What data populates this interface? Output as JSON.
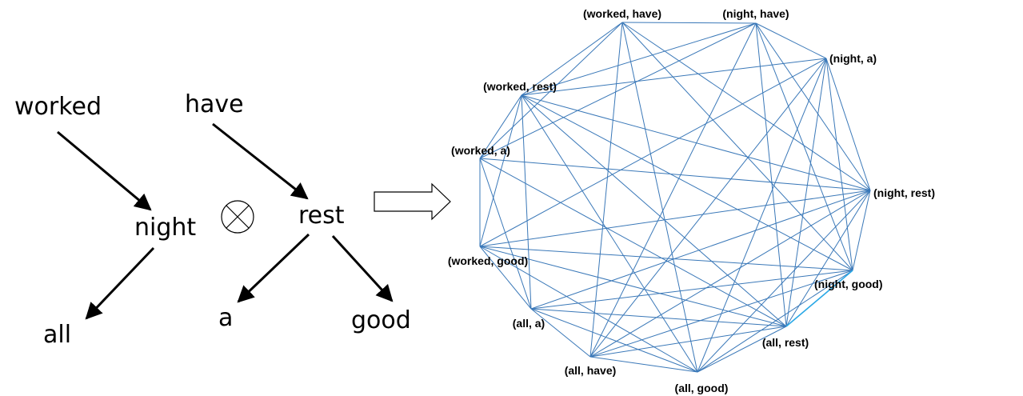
{
  "tree1": {
    "nodes": [
      {
        "id": "worked",
        "label": "worked"
      },
      {
        "id": "night",
        "label": "night"
      },
      {
        "id": "all",
        "label": "all"
      }
    ],
    "edges": [
      [
        "worked",
        "night"
      ],
      [
        "night",
        "all"
      ]
    ]
  },
  "tree2": {
    "nodes": [
      {
        "id": "have",
        "label": "have"
      },
      {
        "id": "rest",
        "label": "rest"
      },
      {
        "id": "a",
        "label": "a"
      },
      {
        "id": "good",
        "label": "good"
      }
    ],
    "edges": [
      [
        "have",
        "rest"
      ],
      [
        "rest",
        "a"
      ],
      [
        "rest",
        "good"
      ]
    ]
  },
  "product_graph": {
    "nodes": [
      {
        "id": "wh",
        "label": "(worked, have)"
      },
      {
        "id": "nh",
        "label": "(night, have)"
      },
      {
        "id": "na",
        "label": "(night, a)"
      },
      {
        "id": "nr",
        "label": "(night, rest)"
      },
      {
        "id": "ng",
        "label": "(night, good)"
      },
      {
        "id": "ar",
        "label": "(all, rest)"
      },
      {
        "id": "ag",
        "label": "(all, good)"
      },
      {
        "id": "ah",
        "label": "(all, have)"
      },
      {
        "id": "aa",
        "label": "(all, a)"
      },
      {
        "id": "wg",
        "label": "(worked, good)"
      },
      {
        "id": "wa",
        "label": "(worked, a)"
      },
      {
        "id": "wr",
        "label": "(worked, rest)"
      }
    ],
    "edges": [
      [
        "wh",
        "nh"
      ],
      [
        "wh",
        "wr"
      ],
      [
        "wh",
        "wa"
      ],
      [
        "wh",
        "ag"
      ],
      [
        "wh",
        "ah"
      ],
      [
        "wh",
        "nr"
      ],
      [
        "wh",
        "ng"
      ],
      [
        "nh",
        "wr"
      ],
      [
        "nh",
        "ah"
      ],
      [
        "nh",
        "ng"
      ],
      [
        "nh",
        "nr"
      ],
      [
        "nh",
        "ar"
      ],
      [
        "nh",
        "na"
      ],
      [
        "nh",
        "wa"
      ],
      [
        "na",
        "wr"
      ],
      [
        "na",
        "ah"
      ],
      [
        "na",
        "ag"
      ],
      [
        "na",
        "wg"
      ],
      [
        "na",
        "ng"
      ],
      [
        "na",
        "ar"
      ],
      [
        "na",
        "nr"
      ],
      [
        "wr",
        "nr"
      ],
      [
        "wr",
        "ag"
      ],
      [
        "wr",
        "ar"
      ],
      [
        "wr",
        "wa"
      ],
      [
        "wr",
        "wg"
      ],
      [
        "wr",
        "aa"
      ],
      [
        "wr",
        "ng"
      ],
      [
        "wa",
        "nr"
      ],
      [
        "wa",
        "wg"
      ],
      [
        "wa",
        "aa"
      ],
      [
        "wa",
        "ar"
      ],
      [
        "nr",
        "wg"
      ],
      [
        "nr",
        "aa"
      ],
      [
        "nr",
        "ah"
      ],
      [
        "nr",
        "ar"
      ],
      [
        "nr",
        "ng"
      ],
      [
        "nr",
        "ag"
      ],
      [
        "wg",
        "ng"
      ],
      [
        "wg",
        "ar"
      ],
      [
        "wg",
        "ag"
      ],
      [
        "wg",
        "aa"
      ],
      [
        "ng",
        "aa"
      ],
      [
        "ng",
        "ah"
      ],
      [
        "ng",
        "ag"
      ],
      [
        "ng",
        "ar"
      ],
      [
        "aa",
        "ar"
      ],
      [
        "aa",
        "ag"
      ],
      [
        "aa",
        "ah"
      ],
      [
        "ah",
        "ar"
      ],
      [
        "ah",
        "ag"
      ],
      [
        "ag",
        "ar"
      ]
    ],
    "edge_color": "#3a78b8",
    "highlight_edge": {
      "from": "ng",
      "to": "ar",
      "color": "#2aa8e6"
    }
  },
  "operator_symbol": "tensor-product-circle",
  "transform_arrow": "right-block-arrow"
}
